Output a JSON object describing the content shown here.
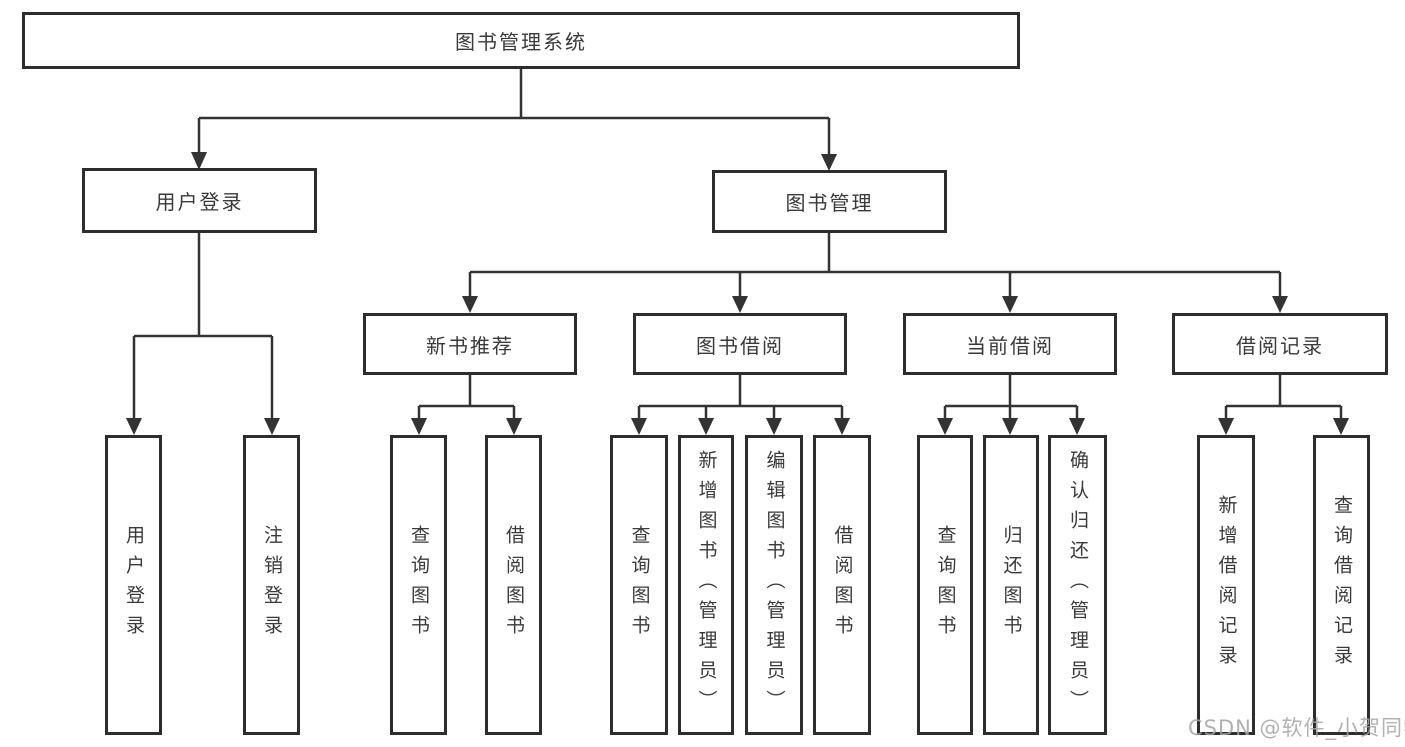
{
  "diagram": {
    "title_node": "图书管理系统",
    "nodes": {
      "root": "图书管理系统",
      "user_login": "用户登录",
      "book_management": "图书管理",
      "new_book_recommend": "新书推荐",
      "book_borrow": "图书借阅",
      "current_borrow": "当前借阅",
      "borrow_records": "借阅记录",
      "leaves": [
        "用户登录",
        "注销登录",
        "查询图书",
        "借阅图书",
        "查询图书",
        "新增图书（管理员）",
        "编辑图书（管理员）",
        "借阅图书",
        "查询图书",
        "归还图书",
        "确认归还（管理员）",
        "新增借阅记录",
        "查询借阅记录"
      ]
    },
    "colors": {
      "line": "#333333",
      "border": "#2d2d2d",
      "text": "#3a3a3a",
      "watermark": "#a4a4a4",
      "background": "#ffffff"
    },
    "watermark": "CSDN @软件_小贺同学"
  }
}
